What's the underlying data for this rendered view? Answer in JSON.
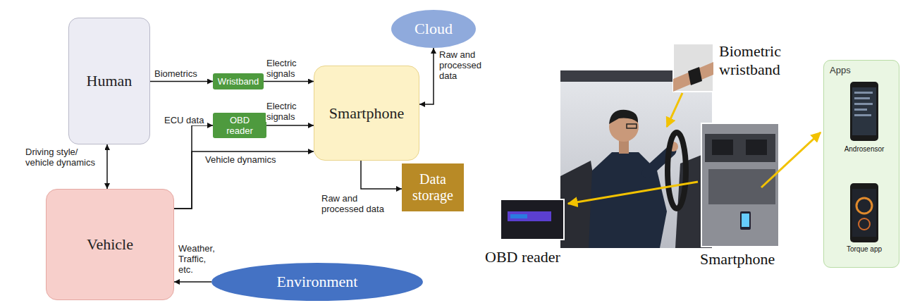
{
  "diagram": {
    "nodes": [
      {
        "text": [
          "Human"
        ]
      },
      {
        "text": [
          "Cloud"
        ]
      },
      {
        "text": [
          "Wristband"
        ]
      },
      {
        "text": [
          "OBD reader"
        ]
      },
      {
        "text": [
          "Smartphone"
        ]
      },
      {
        "text": [
          "Data storage"
        ]
      },
      {
        "text": [
          "Vehicle"
        ]
      },
      {
        "text": [
          "Environment"
        ]
      },
      {
        "text": [
          "Apps"
        ]
      }
    ],
    "edges": [
      {
        "from": 0,
        "to": 2,
        "arrow": "to",
        "label": "Biometrics"
      },
      {
        "from": 2,
        "to": 4,
        "arrow": "to",
        "label": "Electric signals"
      },
      {
        "from": 3,
        "to": 4,
        "arrow": "to",
        "label": "Electric signals"
      },
      {
        "from": 6,
        "to": 3,
        "arrow": "to",
        "label": "ECU data"
      },
      {
        "from": 6,
        "to": 4,
        "arrow": "to",
        "label": "Vehicle dynamics"
      },
      {
        "from": 4,
        "to": 1,
        "arrow": "both",
        "label": "Raw and processed data"
      },
      {
        "from": 4,
        "to": 5,
        "arrow": "to",
        "label": "Raw and processed data"
      },
      {
        "from": 0,
        "to": 6,
        "arrow": "both",
        "label": "Driving style/ vehicle dynamics"
      },
      {
        "from": 7,
        "to": 6,
        "arrow": "to",
        "label": "Weather, Traffic, etc."
      }
    ],
    "labels": [
      "Biometric wristband",
      "OBD reader",
      "Smartphone",
      "Androsensor",
      "Torque app"
    ]
  }
}
